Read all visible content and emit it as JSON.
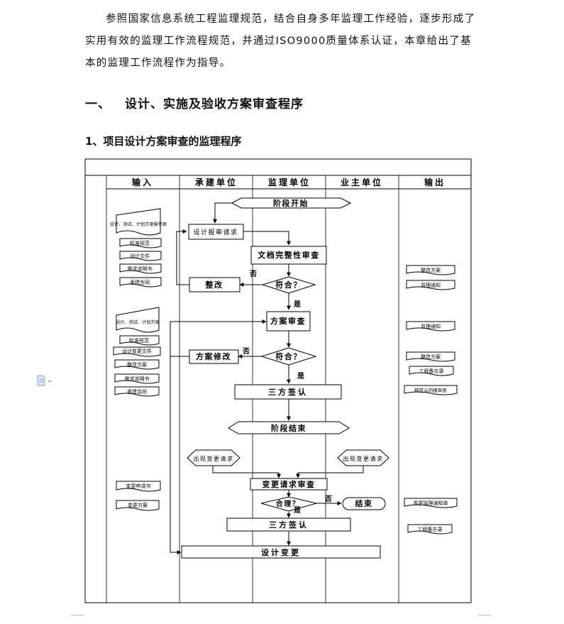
{
  "paragraph": "参照国家信息系统工程监理规范，结合自身多年监理工作经验，逐步形成了实用有效的监理工作流程规范，并通过ISO9000质量体系认证，本章给出了基本的监理工作流程作为指导。",
  "heading1": {
    "number": "一、",
    "title": "设计、实施及验收方案审查程序"
  },
  "heading2": "1、项目设计方案审查的监理程序",
  "lanes": [
    "输入",
    "承建单位",
    "监理单位",
    "业主单位",
    "输出"
  ],
  "nodes": {
    "start": "阶段开始",
    "submit": "设计报审请求",
    "doc_check": "文档完整性审查",
    "fit1": "符合？",
    "rectify": "整改",
    "plan_review": "方案审查",
    "fit2": "符合？",
    "plan_modify": "方案修改",
    "tripartite1": "三方签认",
    "end_stage": "阶段结束",
    "change_left": "出现变更请求",
    "change_right": "出现变更请求",
    "change_review": "变更请求审查",
    "approve": "合理？",
    "finish": "结束",
    "tripartite2": "三方签认",
    "design_change": "设计变更"
  },
  "labels": {
    "no": "否",
    "yes": "是"
  },
  "inputs": {
    "group1": [
      "设计、测试、计划方案报审表",
      "标准规范",
      "设计文件",
      "需求说明书",
      "承建合同"
    ],
    "group2": [
      "设计、测试、计划方案",
      "标准规范",
      "设计变更文件",
      "整改方案",
      "需求说明书",
      "承建合同"
    ],
    "group3": [
      "变更申请书",
      "变更方案"
    ]
  },
  "outputs": {
    "group1": [
      "整改方案",
      "监理通知"
    ],
    "group2": [
      "监理通知",
      "整改方案",
      "工程备忘录",
      "核签认的报审表"
    ],
    "group3": [
      "变更监理通知单",
      "工程备忘录"
    ]
  }
}
